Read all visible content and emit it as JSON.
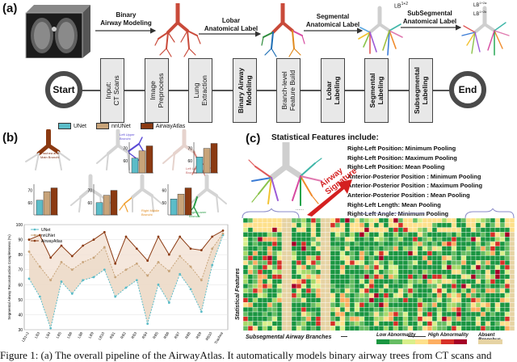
{
  "panel_a": {
    "label": "(a)",
    "transitions": [
      "Binary\nAirway Modeling",
      "Lobar\nAnatomical Label",
      "Segmental\nAnatomical Label",
      "SubSegmental\nAnatomical Label"
    ],
    "tree_tags": {
      "lb_a": "LB",
      "lb_a_sup": "1+2",
      "lb_b": "LB",
      "lb_b_sup": "1+2a",
      "lb_c": "LB",
      "lb_c_sup": "1+2b"
    },
    "pipeline": {
      "start": "Start",
      "end": "End",
      "steps": [
        {
          "text": "Input:\nCT Scans",
          "bold": false
        },
        {
          "text": "Image\nPreprocess",
          "bold": false
        },
        {
          "text": "Lung\nExtraction",
          "bold": false
        },
        {
          "text": "Binary Airway\nModeling",
          "bold": true
        },
        {
          "text": "Branch-level\nFeature Build",
          "bold": false
        },
        {
          "text": "Lobar\nLabeling",
          "bold": true
        },
        {
          "text": "Segmental\nLabeling",
          "bold": true
        },
        {
          "text": "Subsegmental\nLabeling",
          "bold": true
        }
      ]
    }
  },
  "panel_b": {
    "label": "(b)",
    "legend": [
      "UNet",
      "nnUNet",
      "AirwayAtlas"
    ],
    "colors": {
      "unet": "#5bbcc8",
      "nnunet": "#c8a47a",
      "atlas": "#8b3a12"
    },
    "tree_labels": [
      "Trachea and\nMain Bronchi",
      "Left Upper\nBronchi",
      "Left Lower\nBronchi",
      "Right Middle\nBronchi",
      "Right Lower\nBronchi"
    ],
    "bar_groups": [
      {
        "ticks": [
          "70",
          "60"
        ],
        "values": [
          62,
          68,
          72
        ]
      },
      {
        "ticks": [
          "70",
          "60"
        ],
        "values": [
          63,
          70,
          74
        ]
      },
      {
        "ticks": [
          "70",
          "60"
        ],
        "values": [
          62,
          69,
          72
        ]
      },
      {
        "ticks": [
          "70",
          "60"
        ],
        "values": [
          60,
          66,
          70
        ]
      },
      {
        "ticks": [
          "60",
          "50"
        ],
        "values": [
          53,
          57,
          62
        ]
      }
    ]
  },
  "chart_data": {
    "type": "line",
    "ylabel": "Segmental Airway Reconstruction Completeness (%)",
    "ylim": [
      30,
      100
    ],
    "yticks": [
      30,
      40,
      50,
      60,
      70,
      80,
      90,
      100
    ],
    "categories": [
      "LB1+2",
      "LB3",
      "LB4",
      "LB5",
      "LB6",
      "LB8",
      "LB9",
      "LB10",
      "RB1",
      "RB2",
      "RB3",
      "RB4",
      "RB5",
      "RB6",
      "RB7",
      "RB8",
      "RB9",
      "RB10",
      "Trachea"
    ],
    "legend": [
      "UNet",
      "nnUNet",
      "AirwayAtlas"
    ],
    "series": [
      {
        "name": "UNet",
        "color": "#5bbcc8",
        "values": [
          64,
          52,
          31,
          62,
          54,
          63,
          65,
          70,
          52,
          58,
          63,
          34,
          60,
          48,
          67,
          57,
          42,
          73,
          93
        ]
      },
      {
        "name": "nnUNet",
        "color": "#c8a47a",
        "values": [
          82,
          72,
          63,
          75,
          70,
          75,
          78,
          85,
          65,
          70,
          74,
          66,
          75,
          69,
          79,
          72,
          63,
          84,
          94
        ]
      },
      {
        "name": "AirwayAtlas",
        "color": "#8b3a12",
        "values": [
          90,
          93,
          78,
          86,
          79,
          86,
          90,
          95,
          74,
          92,
          84,
          76,
          92,
          80,
          92,
          84,
          83,
          92,
          96
        ]
      }
    ]
  },
  "panel_c": {
    "label": "(c)",
    "title": "Statistical Features include:",
    "features": [
      "Right-Left Position: Minimum Pooling",
      "Right-Left Position: Maximum Pooling",
      "Right-Left Position: Mean Pooling",
      "Anterior-Posterior Position : Minimum Pooling",
      "Anterior-Posterior Position : Maximum Pooling",
      "Anterior-Posterior Position : Mean Pooling",
      "Right-Left Length: Mean Pooling",
      "Right-Left Angle: Minimum Pooling"
    ],
    "signature": "Airway\nSignature",
    "y_axis": "Statistical Features",
    "x_axis": "Subsegmental Airway Branches",
    "scale_low": "Low Abnormality",
    "scale_high": "High Abnormality",
    "absent": "Absent Bronchus",
    "dots": "......"
  },
  "caption": "Figure 1: (a) The overall pipeline of the AirwayAtlas. It automatically models binary airway trees from CT scans and"
}
